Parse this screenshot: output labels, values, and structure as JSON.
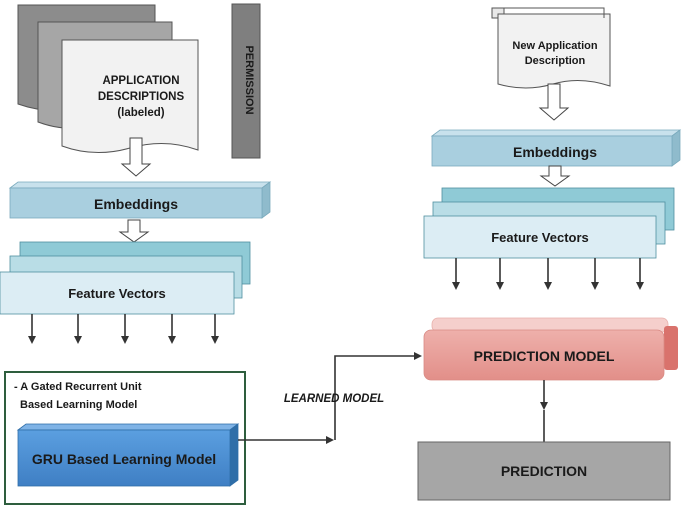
{
  "left": {
    "doc_label_line1": "APPLICATION",
    "doc_label_line2": "DESCRIPTIONS",
    "doc_label_line3": "(labeled)",
    "permission": "PERMISSION",
    "embeddings": "Embeddings",
    "feature_vectors": "Feature Vectors",
    "model_desc_line1": "- A Gated Recurrent Unit",
    "model_desc_line2": "Based Learning Model",
    "gru_label": "GRU Based Learning Model"
  },
  "middle": {
    "learned_model": "LEARNED MODEL"
  },
  "right": {
    "doc_label_line1": "New Application",
    "doc_label_line2": "Description",
    "embeddings": "Embeddings",
    "feature_vectors": "Feature Vectors",
    "prediction_model": "PREDICTION MODEL",
    "prediction": "PREDICTION"
  },
  "colors": {
    "embeddings_fill": "#a9cfdf",
    "feature_front_fill": "#dcedf4",
    "feature_back_fill": "#8fcad6",
    "gru_fill": "#4a8fd4",
    "prediction_model_fill": "#e8a09b",
    "prediction_fill": "#a6a6a6",
    "permission_fill": "#7f7f7f",
    "doc_back_fill": "#a0a0a0",
    "model_border": "#2e5e3e"
  }
}
